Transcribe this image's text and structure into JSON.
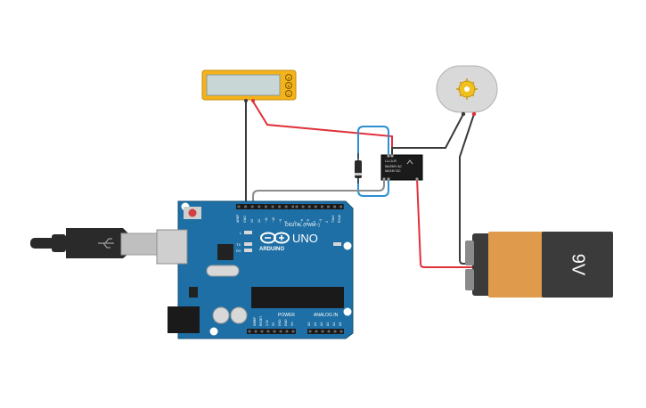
{
  "colors": {
    "background": "#ffffff",
    "board": "#1e6fa5",
    "wire_red": "#e0303a",
    "wire_black": "#3a3a3a",
    "wire_blue": "#2b8fd1",
    "wire_gray": "#8c8c8c",
    "lcd_frame": "#f5b31a",
    "battery_body": "#e09a4c",
    "battery_cap": "#3b3b3b",
    "relay": "#1b1b1b",
    "motor_body": "#d9d9d9",
    "motor_hub": "#f0c020"
  },
  "arduino": {
    "model": "UNO",
    "brand": "ARDUINO",
    "digital_header_label": "DIGITAL (PWM~)",
    "power_header_label": "POWER",
    "analog_header_label": "ANALOG IN",
    "on_label": "ON",
    "tx_label": "TX",
    "rx_label": "RX",
    "l_label": "L",
    "digital_pins": [
      "AREF",
      "GND",
      "13",
      "12",
      "~11",
      "~10",
      "~9",
      "8",
      "7",
      "~6",
      "~5",
      "4",
      "~3",
      "2",
      "TX▸1",
      "RX◂0"
    ],
    "power_pins": [
      "IOREF",
      "RESET",
      "3.3V",
      "5V",
      "GND",
      "GND",
      "Vin"
    ],
    "analog_pins": [
      "A0",
      "A1",
      "A2",
      "A3",
      "A4",
      "A5"
    ]
  },
  "relay": {
    "label_line1": "LU-5-R",
    "label_line2": "5A/250V AC",
    "label_line3": "5A/24V DC"
  },
  "battery": {
    "label": "9V"
  },
  "lcd": {
    "buttons": [
      "A",
      "B",
      "C"
    ]
  },
  "icons": {
    "usb": "usb-cable-icon",
    "motor": "dc-motor-icon",
    "diode": "diode-icon"
  }
}
